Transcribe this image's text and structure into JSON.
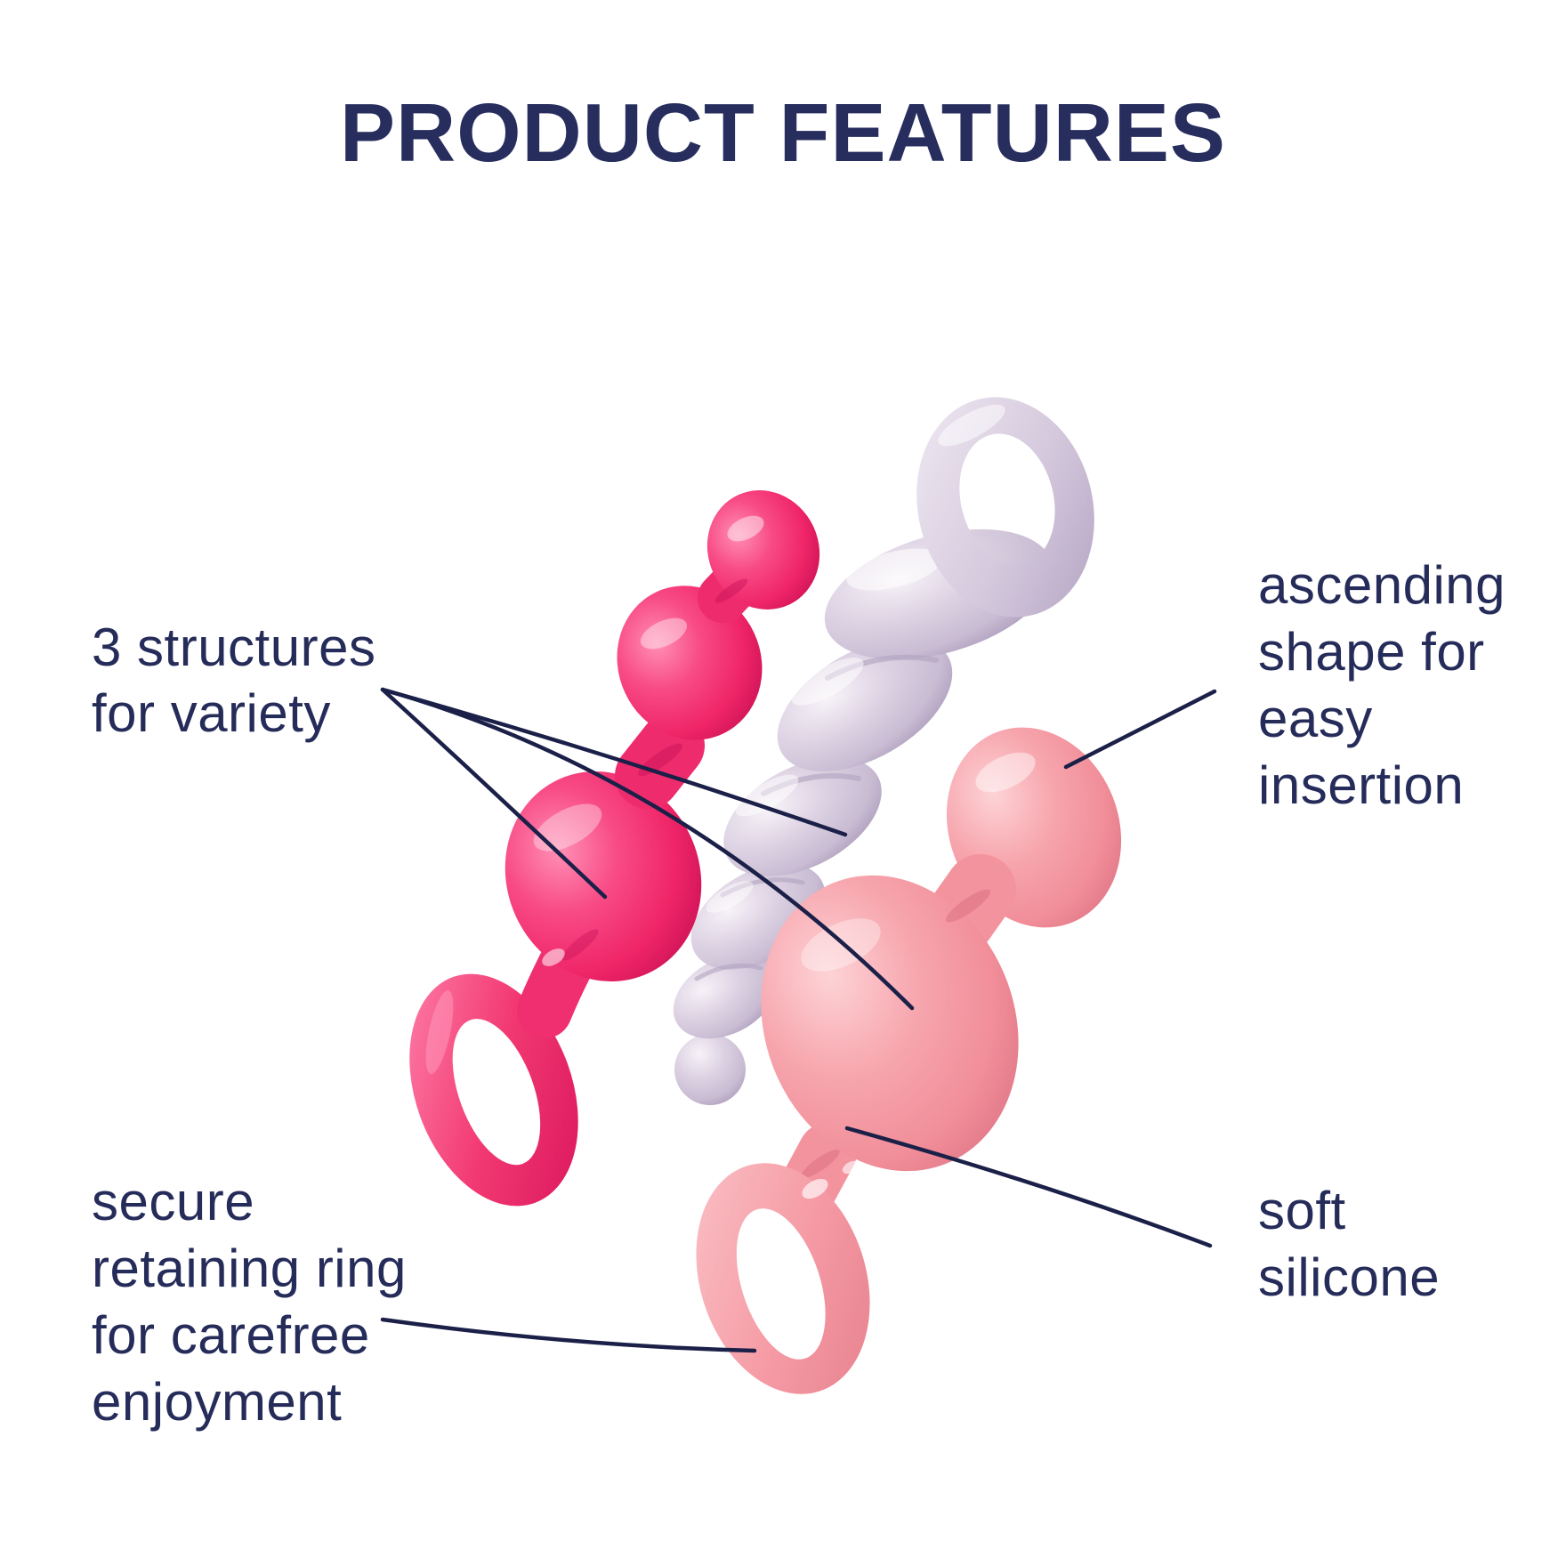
{
  "title": "PRODUCT FEATURES",
  "annotations": {
    "structures": {
      "lines": [
        "3 structures",
        "for variety"
      ]
    },
    "ascending": {
      "lines": [
        "ascending",
        "shape for",
        "easy",
        "insertion"
      ]
    },
    "secure": {
      "lines": [
        "secure",
        "retaining ring",
        "for carefree",
        "enjoyment"
      ]
    },
    "soft": {
      "lines": [
        "soft",
        "silicone"
      ]
    }
  },
  "products": [
    {
      "id": "magenta-beaded-plug",
      "color": "#f23572"
    },
    {
      "id": "lilac-spiral-plug",
      "color": "#d7cbdd"
    },
    {
      "id": "salmon-bulb-plug",
      "color": "#f59aa3"
    }
  ],
  "colors": {
    "background": "#ffffff",
    "title_navy": "#272e5e",
    "text_navy": "#262c5a",
    "callout_line": "#1b2048"
  }
}
